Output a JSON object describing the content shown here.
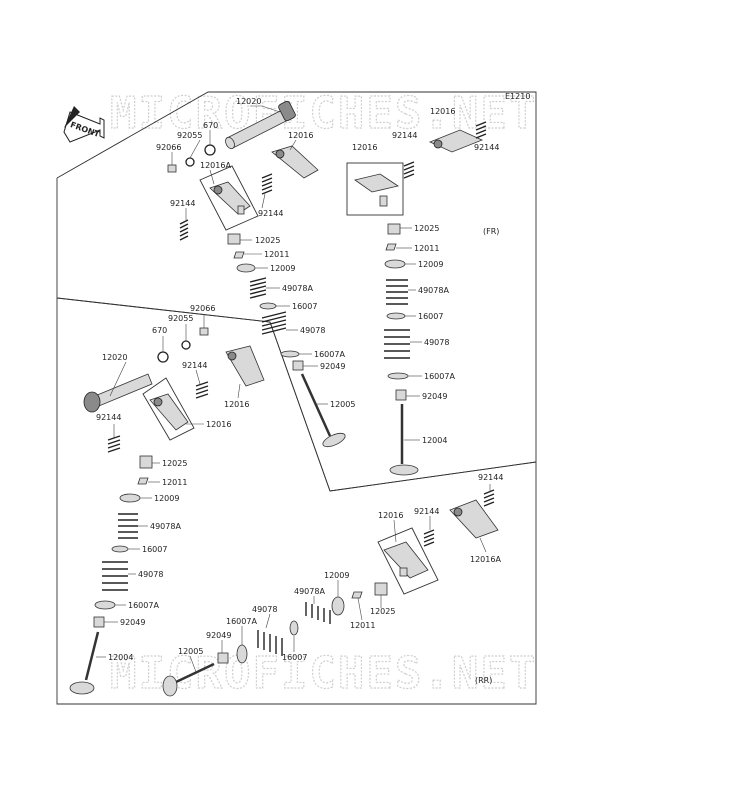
{
  "header": {
    "diagram_code": "E1210",
    "front_label": "FRONT"
  },
  "watermark": {
    "text": "MICROFICHES.NET"
  },
  "sections": {
    "front": "(FR)",
    "rear": "(RR)"
  },
  "labels": [
    {
      "id": "l1",
      "text": "12020"
    },
    {
      "id": "l2",
      "text": "670"
    },
    {
      "id": "l3",
      "text": "92055"
    },
    {
      "id": "l4",
      "text": "92066"
    },
    {
      "id": "l5",
      "text": "12016A"
    },
    {
      "id": "l6",
      "text": "12016"
    },
    {
      "id": "l7",
      "text": "92144"
    },
    {
      "id": "l8",
      "text": "92144"
    },
    {
      "id": "l9",
      "text": "12025"
    },
    {
      "id": "l10",
      "text": "12011"
    },
    {
      "id": "l11",
      "text": "12009"
    },
    {
      "id": "l12",
      "text": "49078A"
    },
    {
      "id": "l13",
      "text": "16007"
    },
    {
      "id": "l14",
      "text": "49078"
    },
    {
      "id": "l15",
      "text": "16007A"
    },
    {
      "id": "l16",
      "text": "92049"
    },
    {
      "id": "l17",
      "text": "12005"
    },
    {
      "id": "l18",
      "text": "12016"
    },
    {
      "id": "l19",
      "text": "92144"
    },
    {
      "id": "l20",
      "text": "92144"
    },
    {
      "id": "l21",
      "text": "12016"
    },
    {
      "id": "l22",
      "text": "12025"
    },
    {
      "id": "l23",
      "text": "12011"
    },
    {
      "id": "l24",
      "text": "12009"
    },
    {
      "id": "l25",
      "text": "49078A"
    },
    {
      "id": "l26",
      "text": "16007"
    },
    {
      "id": "l27",
      "text": "49078"
    },
    {
      "id": "l28",
      "text": "16007A"
    },
    {
      "id": "l29",
      "text": "92049"
    },
    {
      "id": "l30",
      "text": "12004"
    },
    {
      "id": "l31",
      "text": "92066"
    },
    {
      "id": "l32",
      "text": "92055"
    },
    {
      "id": "l33",
      "text": "670"
    },
    {
      "id": "l34",
      "text": "12020"
    },
    {
      "id": "l35",
      "text": "92144"
    },
    {
      "id": "l36",
      "text": "92144"
    },
    {
      "id": "l37",
      "text": "12016"
    },
    {
      "id": "l38",
      "text": "12016"
    },
    {
      "id": "l39",
      "text": "12025"
    },
    {
      "id": "l40",
      "text": "12011"
    },
    {
      "id": "l41",
      "text": "12009"
    },
    {
      "id": "l42",
      "text": "49078A"
    },
    {
      "id": "l43",
      "text": "16007"
    },
    {
      "id": "l44",
      "text": "49078"
    },
    {
      "id": "l45",
      "text": "16007A"
    },
    {
      "id": "l46",
      "text": "92049"
    },
    {
      "id": "l47",
      "text": "12004"
    },
    {
      "id": "l48",
      "text": "92144"
    },
    {
      "id": "l49",
      "text": "12016"
    },
    {
      "id": "l50",
      "text": "92144"
    },
    {
      "id": "l51",
      "text": "12016A"
    },
    {
      "id": "l52",
      "text": "12009"
    },
    {
      "id": "l53",
      "text": "49078A"
    },
    {
      "id": "l54",
      "text": "49078"
    },
    {
      "id": "l55",
      "text": "12025"
    },
    {
      "id": "l56",
      "text": "12011"
    },
    {
      "id": "l57",
      "text": "16007A"
    },
    {
      "id": "l58",
      "text": "92049"
    },
    {
      "id": "l59",
      "text": "16007"
    },
    {
      "id": "l60",
      "text": "12005"
    }
  ]
}
